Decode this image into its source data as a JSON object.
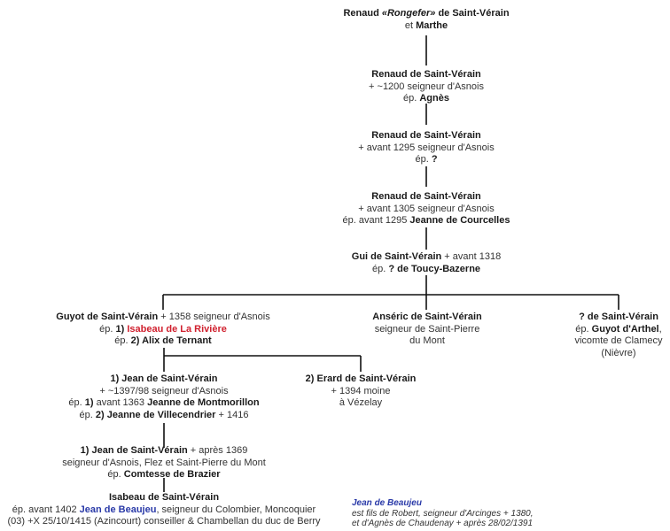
{
  "title": "Saint-Vérain genealogy",
  "colors": {
    "text": "#333333",
    "bold": "#1a1a1a",
    "highlight_red": "#d0202e",
    "link_blue": "#2a3aa8",
    "lines": "#111111"
  },
  "nodes": {
    "n1": {
      "name": "Renaud",
      "nickname": "«Rongefer»",
      "name_suffix": " de Saint-Vérain",
      "line2_prefix": "et ",
      "spouse": "Marthe"
    },
    "n2": {
      "name": "Renaud de Saint-Vérain",
      "detail": "+ ~1200 seigneur d'Asnois",
      "spouse_prefix": "ép. ",
      "spouse": "Agnès"
    },
    "n3": {
      "name": "Renaud de Saint-Vérain",
      "detail": "+ avant 1295 seigneur d'Asnois",
      "spouse_prefix": "ép. ",
      "spouse": "?"
    },
    "n4": {
      "name": "Renaud de Saint-Vérain",
      "detail": "+ avant 1305 seigneur d'Asnois",
      "spouse_prefix": "ép. avant 1295 ",
      "spouse": "Jeanne de Courcelles"
    },
    "n5": {
      "name": "Gui de Saint-Vérain",
      "detail": " + avant 1318",
      "spouse_prefix": "ép. ",
      "spouse": "? de Toucy-Bazerne"
    },
    "n6": {
      "name": "Guyot de Saint-Vérain",
      "detail": " + 1358 seigneur d'Asnois",
      "spouse1_prefix": "ép. ",
      "spouse1_num": "1) ",
      "spouse1": "Isabeau de La Rivière",
      "spouse2_prefix": "ép. ",
      "spouse2_num": "2) ",
      "spouse2": "Alix de Ternant"
    },
    "n7": {
      "name": "Ansér­ic de Saint-Vérain",
      "detail1": "seigneur de Saint-Pierre",
      "detail2": "du Mont"
    },
    "n8": {
      "name": "? de Saint-Vérain",
      "spouse_prefix": "ép. ",
      "spouse": "Guyot d'Arthel",
      "spouse_suffix": ",",
      "detail1": "vicomte de Clamecy",
      "detail2": "(Nièvre)"
    },
    "n9": {
      "name": "1) Jean de Saint-Vérain",
      "detail": "+ ~1397/98 seigneur d'Asnois",
      "spouse1_prefix": "ép. ",
      "spouse1_num": "1)",
      "spouse1_date": " avant 1363 ",
      "spouse1": "Jeanne de Montmorillon",
      "spouse2_prefix": "ép. ",
      "spouse2_num": "2) ",
      "spouse2": "Jeanne de Villecendrier",
      "spouse2_suffix": " + 1416"
    },
    "n10": {
      "name": "2) Erard de Saint-Vérain",
      "detail1": "+ 1394 moine",
      "detail2": "à Vézelay"
    },
    "n11": {
      "name": "1) Jean de Saint-Vérain",
      "detail": " + après 1369",
      "detail2": "seigneur d'Asnois, Flez et Saint-Pierre du Mont",
      "spouse_prefix": "ép. ",
      "spouse": "Comtesse de Brazier"
    },
    "n12": {
      "name": "Isabeau de Saint-Vérain",
      "spouse_prefix": "ép. avant 1402 ",
      "spouse": "Jean de Beaujeu",
      "spouse_suffix": ", seigneur du Colombier, Moncoquier",
      "detail2": "(03) +X 25/10/1415 (Azincourt) conseiller & Chambellan du duc de Berry"
    }
  },
  "note": {
    "title": "Jean de Beaujeu",
    "line1": "est fils de Robert, seigneur d'Arcinges + 1380,",
    "line2": "et d'Agnès de Chaudenay + après 28/02/1391"
  }
}
